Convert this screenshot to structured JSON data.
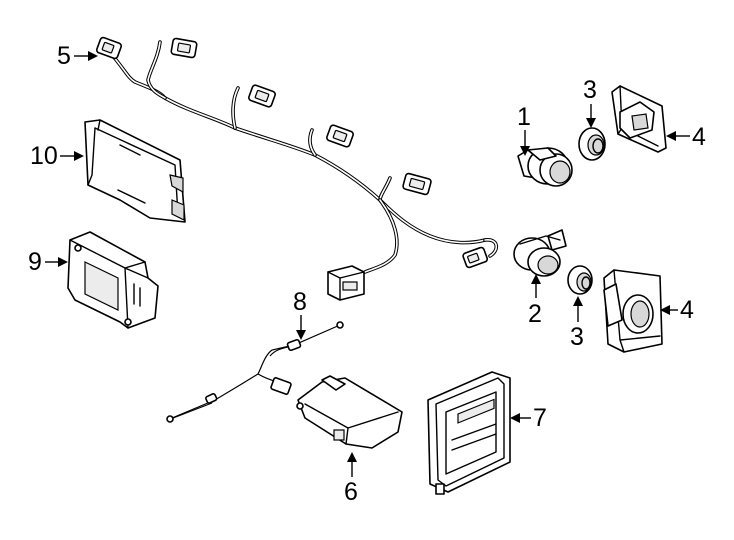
{
  "callouts": [
    {
      "id": "c1",
      "label": "1"
    },
    {
      "id": "c2",
      "label": "2"
    },
    {
      "id": "c3a",
      "label": "3"
    },
    {
      "id": "c3b",
      "label": "3"
    },
    {
      "id": "c4a",
      "label": "4"
    },
    {
      "id": "c4b",
      "label": "4"
    },
    {
      "id": "c5",
      "label": "5"
    },
    {
      "id": "c6",
      "label": "6"
    },
    {
      "id": "c7",
      "label": "7"
    },
    {
      "id": "c8",
      "label": "8"
    },
    {
      "id": "c9",
      "label": "9"
    },
    {
      "id": "c10",
      "label": "10"
    }
  ]
}
